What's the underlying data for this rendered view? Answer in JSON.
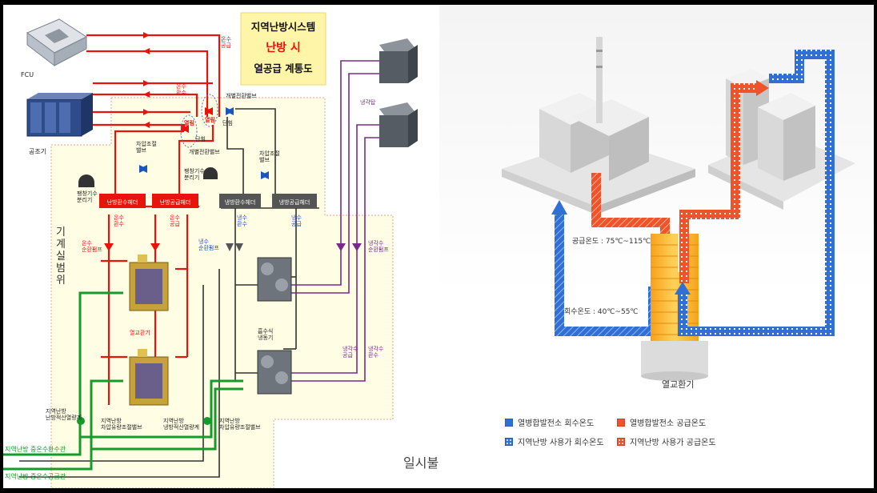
{
  "left_diagram": {
    "title_lines": [
      "지역난방시스템",
      "난방 시",
      "열공급 계통도"
    ],
    "title_accent_color": "#e8140c",
    "labels": {
      "fcu": "FCU",
      "ahu": "공조기",
      "cooling_tower": "냉각탑",
      "hot_return_top": "온수\n공급",
      "hot_supply_mid": "온수\n환수",
      "exp_valve_top": "개별전환밸브",
      "open": "열림",
      "close": "단힘",
      "exp_valve_bottom": "개별전환밸브",
      "pressure_valve_left": "차압조절\n밸브",
      "pressure_valve_right": "차압조절\n밸브",
      "exp_tank_left": "팽창기수\n분리기",
      "exp_tank_mid": "팽창기수\n분리기",
      "header_heat_return": "난방환수헤더",
      "header_heat_supply": "난방공급헤더",
      "header_cool_return": "냉방환수헤더",
      "header_cool_supply": "냉방공급헤더",
      "hot_ret_under": "온수\n환수",
      "hot_sup_under": "온수\n공급",
      "cold_ret_under": "냉수\n환수",
      "cold_sup_under": "냉수\n공급",
      "hot_pump": "온수\n순환펌프",
      "cold_pump": "냉수\n순환펌프",
      "cooling_pump": "냉각수\n순환펌프",
      "heat_exchanger": "열교환기",
      "absorption_chiller": "흡수식\n냉동기",
      "cooling_supply": "냉각수\n공급",
      "cooling_return": "냉각수\n환수",
      "machine_room": "기\n계\n실\n\n범\n위",
      "flowmeter_heat": "지역난방\n난방적산열량계",
      "pressure_valve_heat": "지역난방\n차압유량조절밸브",
      "flowmeter_cool": "지역난방\n냉방적산열량계",
      "pressure_valve_cool": "지역난방\n차압유량조절밸브",
      "district_return": "지역난방 중온수환수관",
      "district_supply": "지역난방 중온수공급관",
      "watermark": "일시불"
    },
    "colors": {
      "hot": "#e8140c",
      "cold": "#333333",
      "cooling": "#7a2a8c",
      "district": "#159a2c",
      "zone_fill": "#fffde4",
      "zone_border": "#f2a08a"
    }
  },
  "right_diagram": {
    "supply_temp": "공급온도 : 75℃~115℃",
    "return_temp": "회수온도 : 40℃~55℃",
    "heat_exchanger_label": "열교환기",
    "legend": [
      {
        "label": "열병합발전소 회수온도",
        "color": "#2f6fd6",
        "pattern": "solid"
      },
      {
        "label": "열병합발전소 공급온도",
        "color": "#f0532a",
        "pattern": "solid"
      },
      {
        "label": "지역난방 사용가 회수온도",
        "color": "#2f6fd6",
        "pattern": "dotted"
      },
      {
        "label": "지역난방 사용가 공급온도",
        "color": "#f0532a",
        "pattern": "dotted"
      }
    ]
  }
}
